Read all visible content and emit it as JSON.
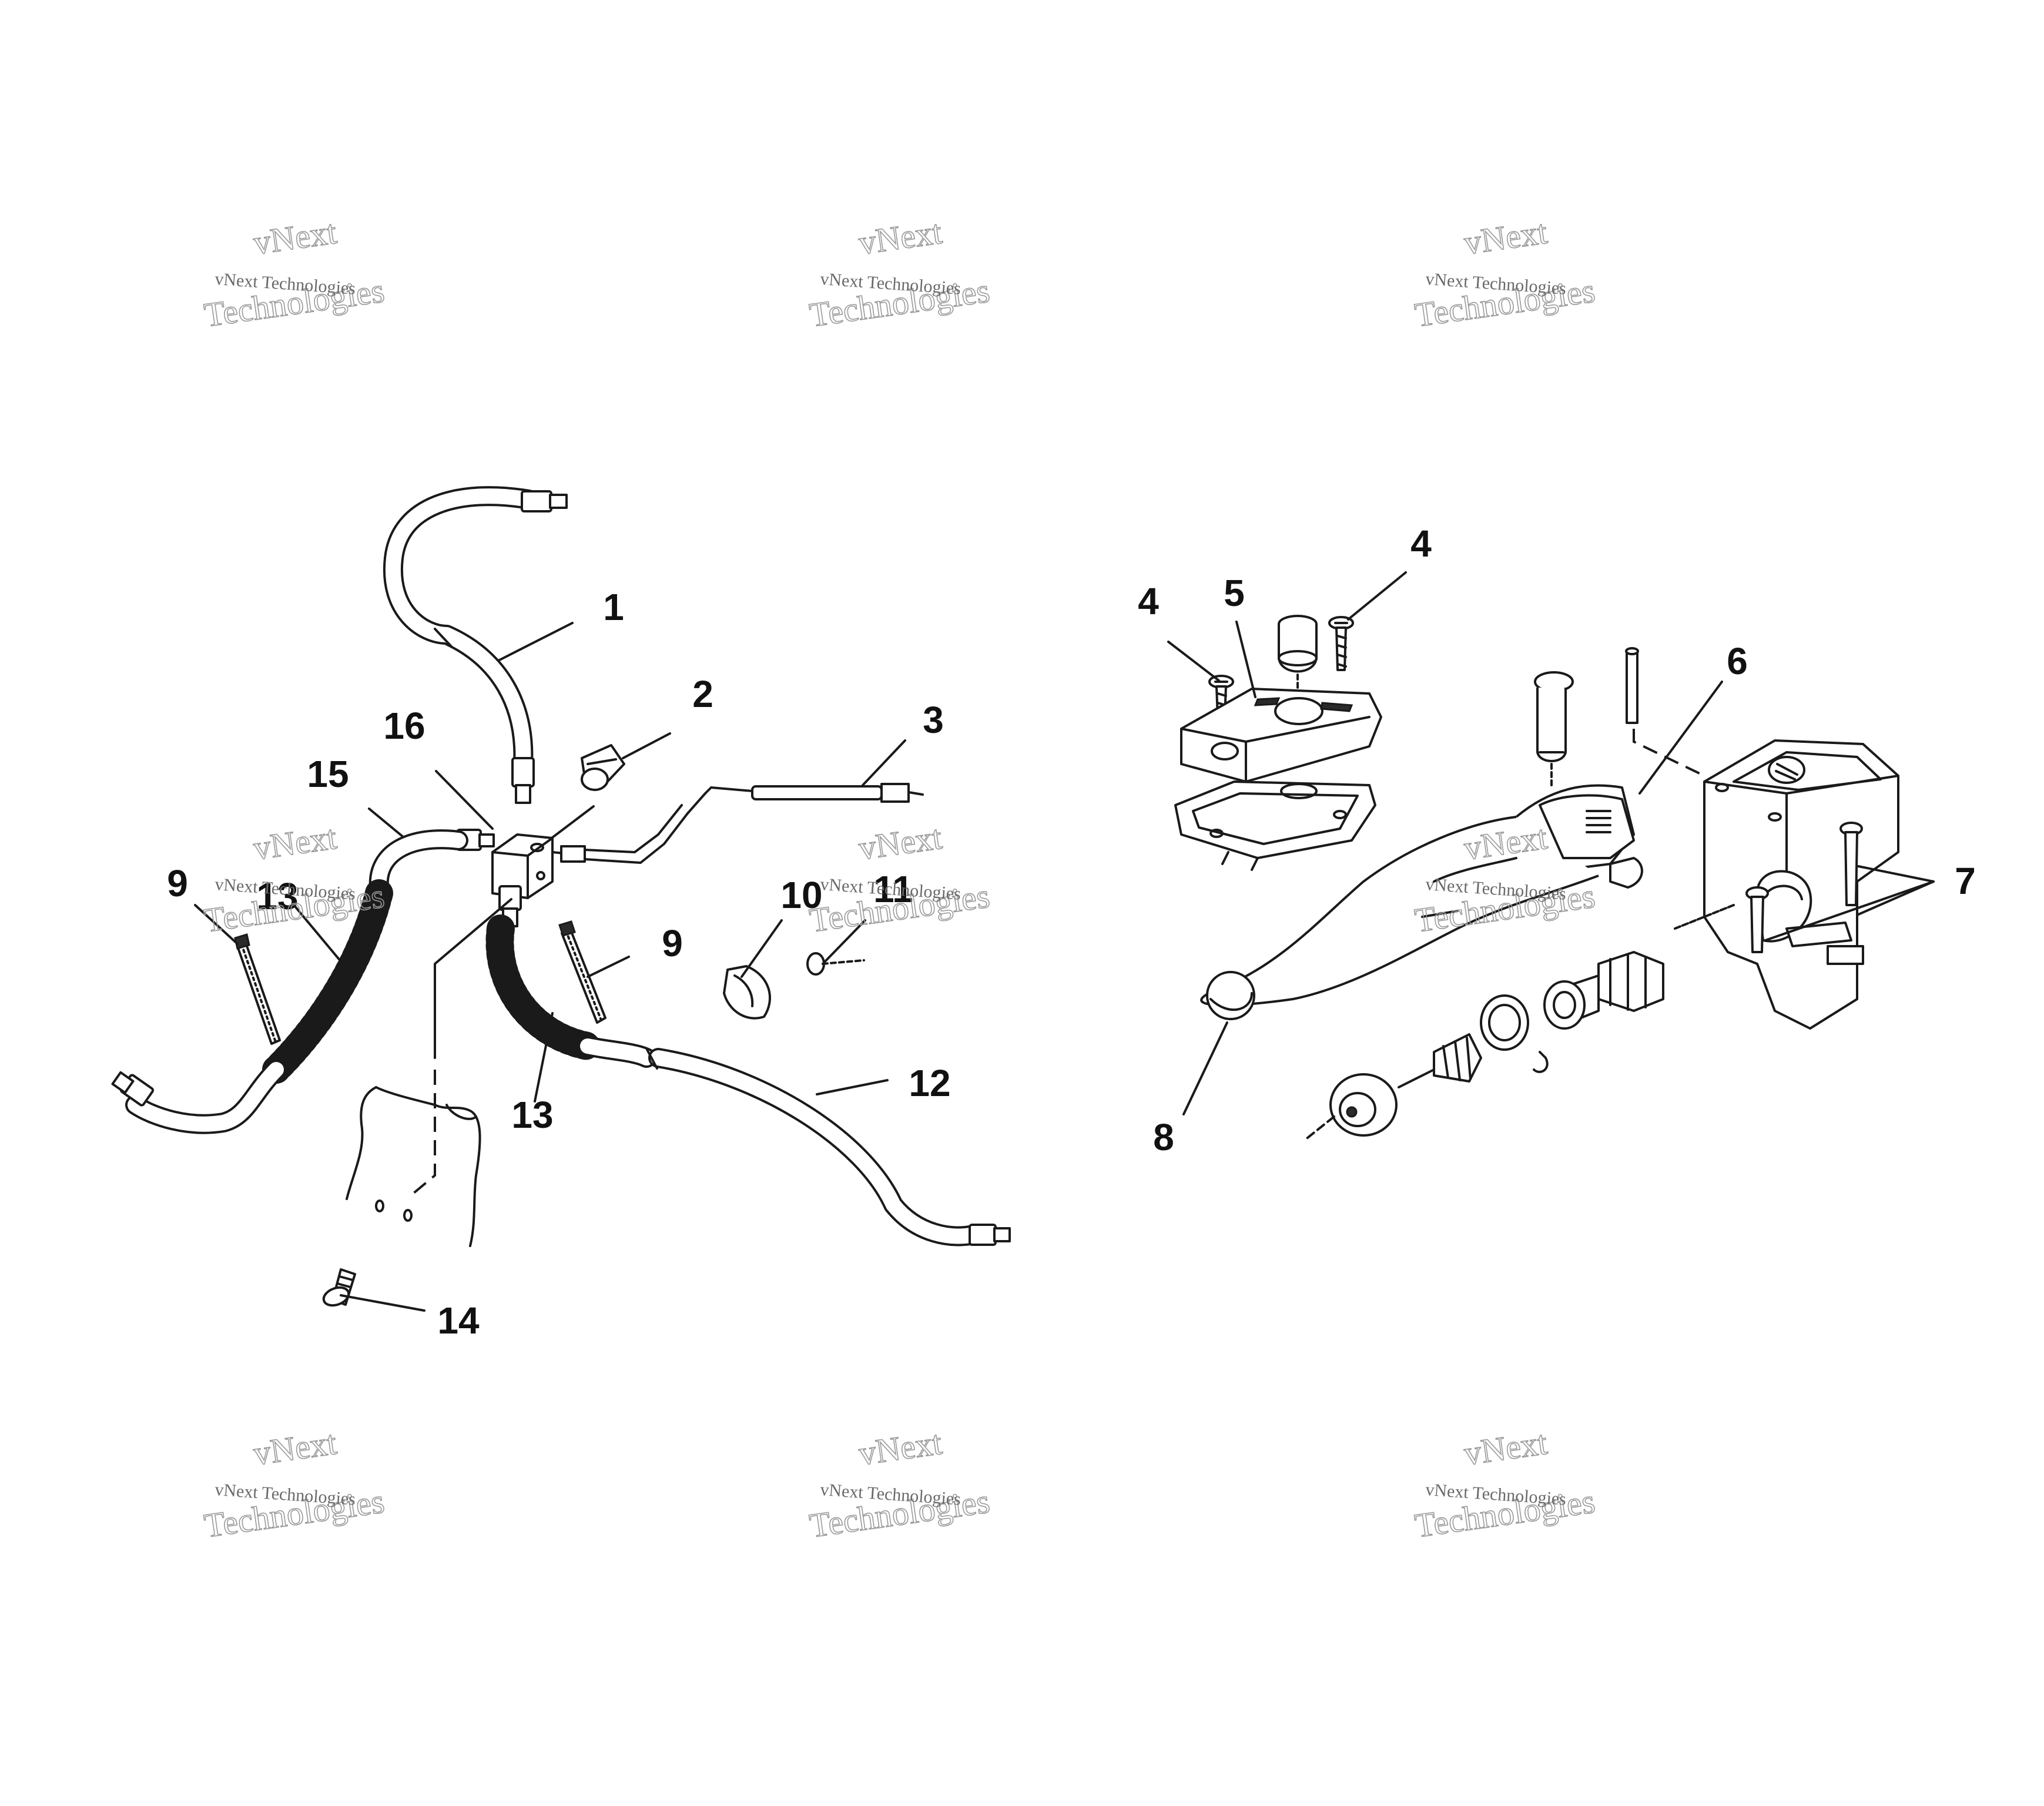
{
  "watermark": {
    "line_small": "vNext Technologies",
    "line_top": "vNext",
    "line_bottom": "Technologies"
  },
  "callouts": {
    "c1": "1",
    "c2": "2",
    "c3": "3",
    "c4a": "4",
    "c4b": "4",
    "c5": "5",
    "c6": "6",
    "c7": "7",
    "c8": "8",
    "c9a": "9",
    "c9b": "9",
    "c10": "10",
    "c11": "11",
    "c12": "12",
    "c13a": "13",
    "c13b": "13",
    "c14": "14",
    "c15": "15",
    "c16": "16"
  }
}
